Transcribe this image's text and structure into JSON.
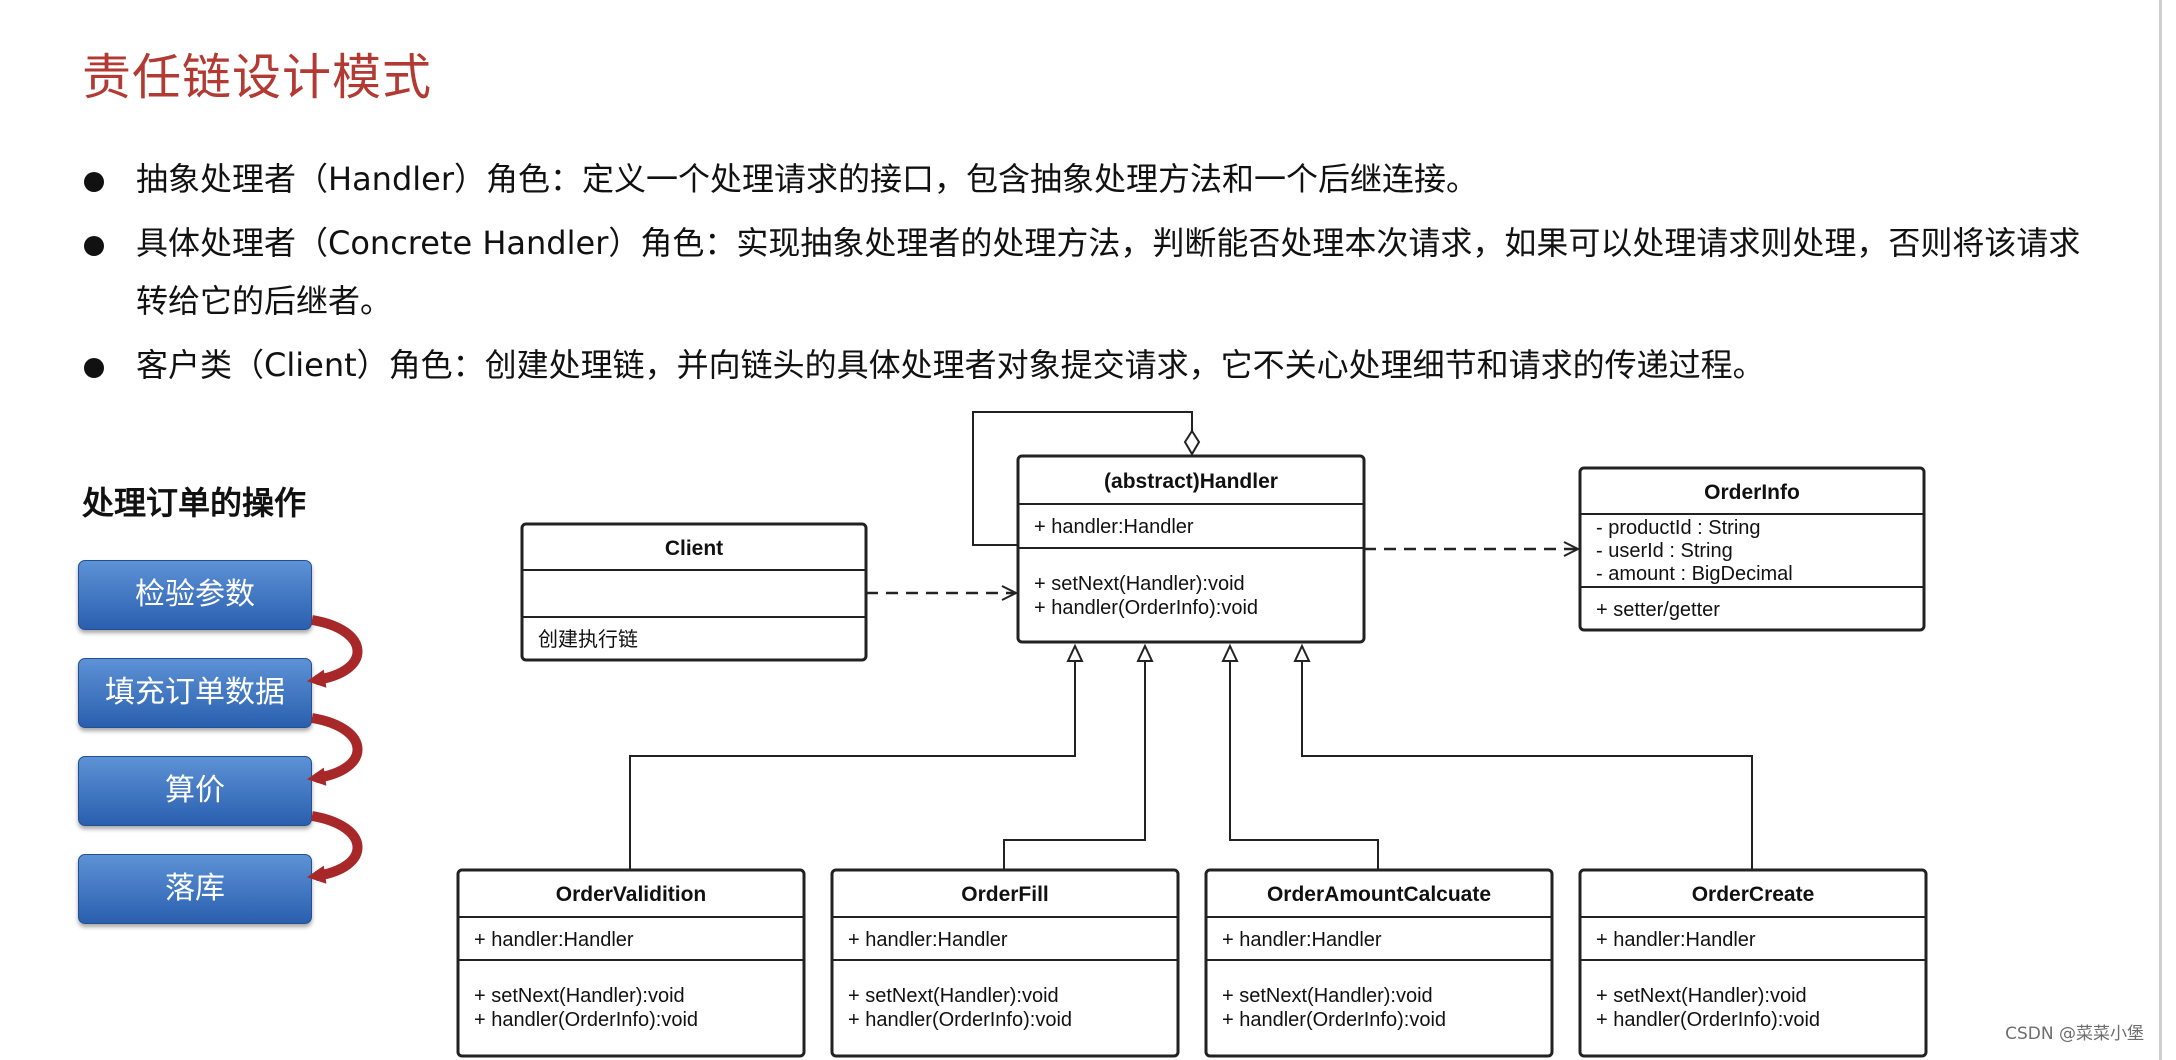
{
  "title": "责任链设计模式",
  "bullets": [
    {
      "text": "抽象处理者（Handler）角色：定义一个处理请求的接口，包含抽象处理方法和一个后继连接。"
    },
    {
      "text": "具体处理者（Concrete Handler）角色：实现抽象处理者的处理方法，判断能否处理本次请求，如果可以处理请求则处理，否则将该请求转给它的后继者。"
    },
    {
      "text": "客户类（Client）角色：创建处理链，并向链头的具体处理者对象提交请求，它不关心处理细节和请求的传递过程。"
    }
  ],
  "flow": {
    "title": "处理订单的操作",
    "steps": [
      "检验参数",
      "填充订单数据",
      "算价",
      "落库"
    ],
    "arrow_color": "#a8282a",
    "button_color": "#3a6fc0"
  },
  "diagram": {
    "handler": {
      "name": "(abstract)Handler",
      "attrs": [
        "+ handler:Handler"
      ],
      "methods": [
        "+ setNext(Handler):void",
        "+ handler(OrderInfo):void"
      ]
    },
    "client": {
      "name": "Client",
      "attrs": [],
      "methods": [
        "创建执行链"
      ]
    },
    "orderinfo": {
      "name": "OrderInfo",
      "attrs": [
        "- productId : String",
        "- userId : String",
        "- amount : BigDecimal"
      ],
      "methods": [
        "+ setter/getter"
      ]
    },
    "subclasses": [
      {
        "name": "OrderValidition",
        "attrs": [
          "+ handler:Handler"
        ],
        "methods": [
          "+ setNext(Handler):void",
          "+ handler(OrderInfo):void"
        ]
      },
      {
        "name": "OrderFill",
        "attrs": [
          "+ handler:Handler"
        ],
        "methods": [
          "+ setNext(Handler):void",
          "+ handler(OrderInfo):void"
        ]
      },
      {
        "name": "OrderAmountCalcuate",
        "attrs": [
          "+ handler:Handler"
        ],
        "methods": [
          "+ setNext(Handler):void",
          "+ handler(OrderInfo):void"
        ]
      },
      {
        "name": "OrderCreate",
        "attrs": [
          "+ handler:Handler"
        ],
        "methods": [
          "+ setNext(Handler):void",
          "+ handler(OrderInfo):void"
        ]
      }
    ]
  },
  "watermark": "CSDN @菜菜小堡"
}
